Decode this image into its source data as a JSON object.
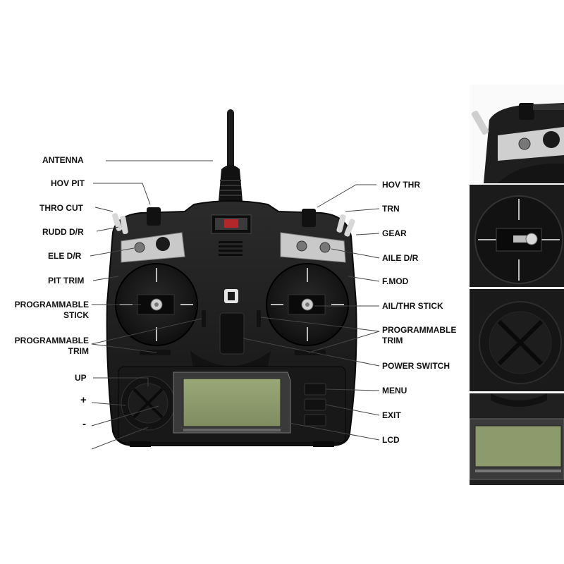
{
  "labels": {
    "antenna": "ANTENNA",
    "hov_pit": "HOV PIT",
    "thro_cut": "THRO CUT",
    "rudd_dr": "RUDD D/R",
    "ele_dr": "ELE D/R",
    "pit_trim": "PIT TRIM",
    "programmable_stick_1": "PROGRAMMABLE",
    "programmable_stick_2": "STICK",
    "programmable_trim_left_1": "PROGRAMMABLE",
    "programmable_trim_left_2": "TRIM",
    "up": "UP",
    "plus": "+",
    "minus": "-",
    "hov_thr": "HOV THR",
    "trn": "TRN",
    "gear": "GEAR",
    "aile_dr": "AILE D/R",
    "f_mod": "F.MOD",
    "ail_thr_stick": "AIL/THR STICK",
    "programmable_trim_right_1": "PROGRAMMABLE",
    "programmable_trim_right_2": "TRIM",
    "power_switch": "POWER SWITCH",
    "menu": "MENU",
    "exit": "EXIT",
    "lcd": "LCD"
  },
  "colors": {
    "body": "#1e1e1e",
    "bezel": "#2e2e2e",
    "silver": "#c9c9c9",
    "lcd": "#8d9a6c",
    "accent_red": "#b3262a"
  }
}
